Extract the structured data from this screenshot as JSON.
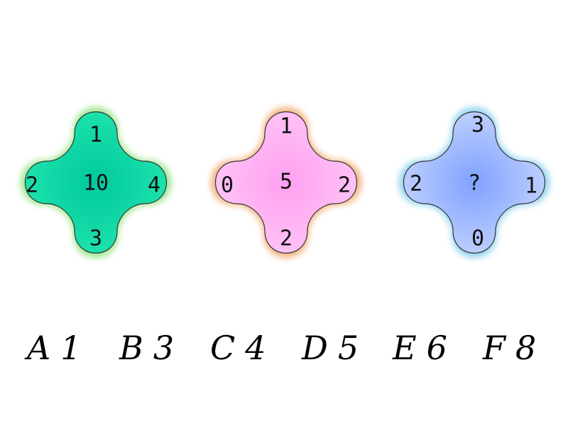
{
  "flowers": [
    {
      "name": "green",
      "top": "1",
      "left": "2",
      "center": "10",
      "right": "4",
      "bottom": "3",
      "fill_inner": "#00c99c",
      "fill_outer": "#22e6b0",
      "glow": "#9be58a"
    },
    {
      "name": "pink",
      "top": "1",
      "left": "0",
      "center": "5",
      "right": "2",
      "bottom": "2",
      "fill_inner": "#ff9ff0",
      "fill_outer": "#ffc9f7",
      "glow": "#f2b07a"
    },
    {
      "name": "blue",
      "top": "3",
      "left": "2",
      "center": "?",
      "right": "1",
      "bottom": "0",
      "fill_inner": "#7fa2ff",
      "fill_outer": "#c9d6ff",
      "glow": "#8fd1ee"
    }
  ],
  "options": [
    {
      "letter": "A",
      "value": "1"
    },
    {
      "letter": "B",
      "value": "3"
    },
    {
      "letter": "C",
      "value": "4"
    },
    {
      "letter": "D",
      "value": "5"
    },
    {
      "letter": "E",
      "value": "6"
    },
    {
      "letter": "F",
      "value": "8"
    }
  ]
}
